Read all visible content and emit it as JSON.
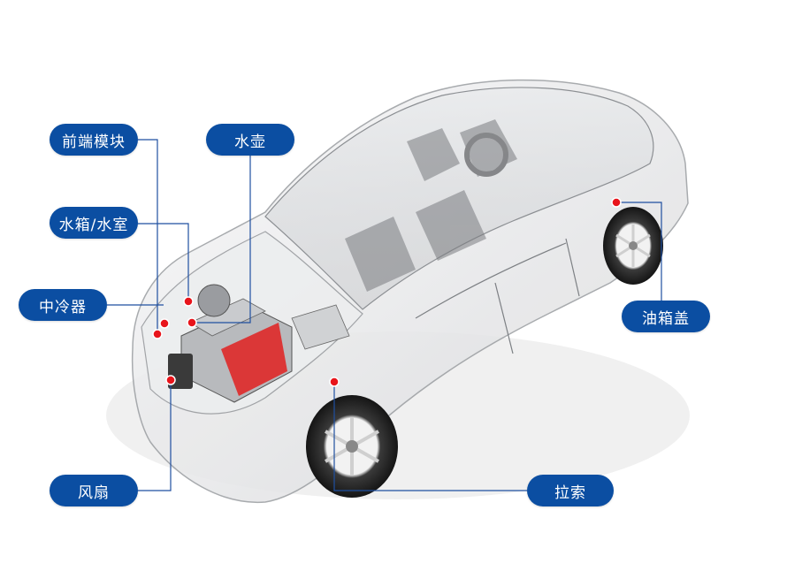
{
  "labels": {
    "front_module": "前端模块",
    "water_kettle": "水壶",
    "radiator_water_chamber": "水箱/水室",
    "intercooler": "中冷器",
    "fuel_cap": "油箱盖",
    "fan": "风扇",
    "cable": "拉索"
  },
  "colors": {
    "pill_background": "#0b4ea2",
    "pill_text": "#ffffff",
    "callout_line": "#1f4fa0",
    "marker_dot": "#e8141b",
    "engine_highlight": "#e02020"
  },
  "icons": {
    "vehicle": "transparent-car-illustration",
    "marker": "red-dot"
  }
}
